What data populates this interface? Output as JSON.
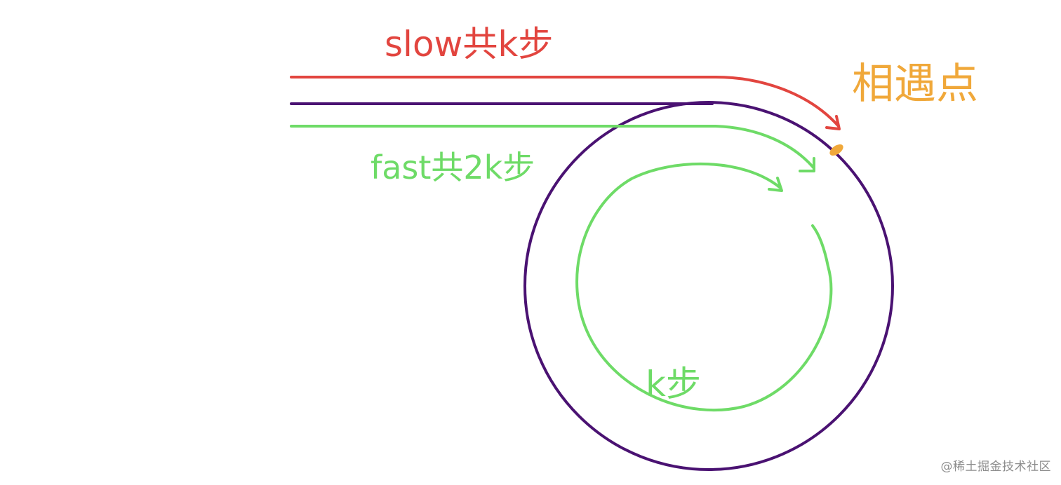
{
  "labels": {
    "slow": "slow共k步",
    "fast": "fast共2k步",
    "meeting_point": "相遇点",
    "loop": "k步"
  },
  "watermark": "@稀土掘金技术社区",
  "colors": {
    "slow_path": "#e2453f",
    "loop_path": "#4a1272",
    "fast_path": "#6edb67",
    "meeting_point": "#f0a83a"
  }
}
